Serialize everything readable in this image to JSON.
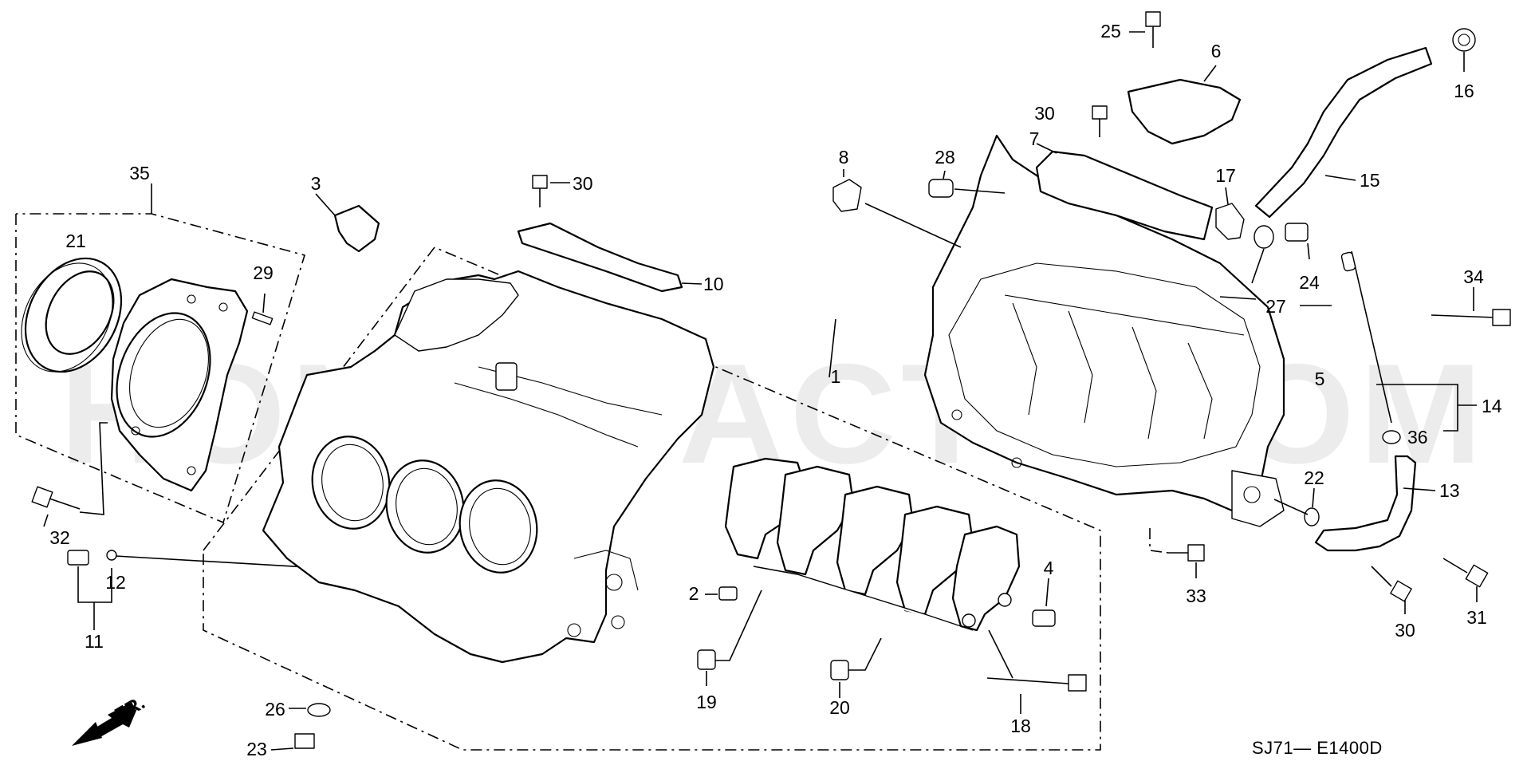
{
  "diagram": {
    "watermark": "HONDA-ACTY.COM",
    "code": "SJ71— E1400D",
    "front_indicator": "FR.",
    "callouts": {
      "c1": "1",
      "c2": "2",
      "c3": "3",
      "c4": "4",
      "c5": "5",
      "c6": "6",
      "c7": "7",
      "c8": "8",
      "c10": "10",
      "c11": "11",
      "c12": "12",
      "c13": "13",
      "c14": "14",
      "c15": "15",
      "c16": "16",
      "c17": "17",
      "c18": "18",
      "c19": "19",
      "c20": "20",
      "c21": "21",
      "c22": "22",
      "c23": "23",
      "c24": "24",
      "c25": "25",
      "c26": "26",
      "c27": "27",
      "c28": "28",
      "c29": "29",
      "c30a": "30",
      "c30b": "30",
      "c30c": "30",
      "c31": "31",
      "c32": "32",
      "c33": "33",
      "c34": "34",
      "c35": "35",
      "c36": "36"
    }
  }
}
